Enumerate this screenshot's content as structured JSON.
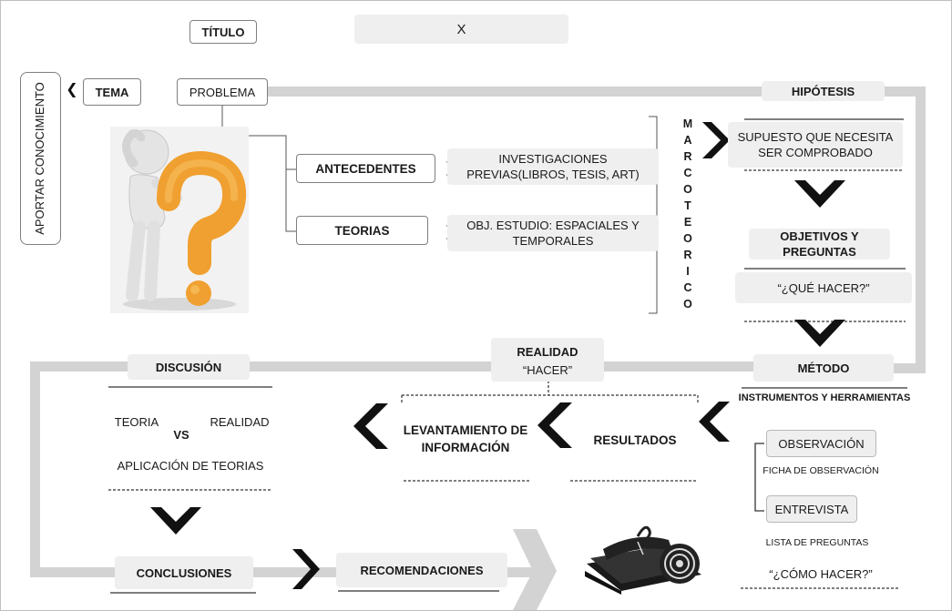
{
  "header": {
    "title_label": "TÍTULO",
    "title_value": "X"
  },
  "left": {
    "aportar": "APORTAR CONOCIMIENTO",
    "tema": "TEMA",
    "problema": "PROBLEMA"
  },
  "middle": {
    "antecedentes": "ANTECEDENTES",
    "antecedentes_desc": "INVESTIGACIONES PREVIAS(LIBROS, TESIS, ART)",
    "teorias": "TEORIAS",
    "teorias_desc": "OBJ. ESTUDIO: ESPACIALES Y TEMPORALES",
    "marco_teorico": [
      "M",
      "A",
      "R",
      "C",
      "O",
      "T",
      "E",
      "O",
      "R",
      "I",
      "C",
      "O"
    ]
  },
  "right": {
    "hipotesis": "HIPÓTESIS",
    "supuesto": "SUPUESTO QUE NECESITA SER COMPROBADO",
    "objetivos": "OBJETIVOS Y PREGUNTAS",
    "que_hacer": "“¿QUÉ HACER?”",
    "metodo": "MÉTODO",
    "instrumentos": "INSTRUMENTOS Y HERRAMIENTAS",
    "observacion": "OBSERVACIÓN",
    "ficha": "FICHA DE OBSERVACIÓN",
    "entrevista": "ENTREVISTA",
    "lista": "LISTA DE PREGUNTAS",
    "como_hacer": "“¿CÓMO HACER?”"
  },
  "lower": {
    "realidad": "REALIDAD",
    "hacer": "“HACER”",
    "levantamiento": "LEVANTAMIENTO DE INFORMACIÓN",
    "resultados": "RESULTADOS",
    "discusion": "DISCUSIÓN",
    "teoria": "TEORIA",
    "vs": "VS",
    "realidad2": "REALIDAD",
    "aplicacion": "APLICACIÓN DE TEORIAS",
    "conclusiones": "CONCLUSIONES",
    "recomendaciones": "RECOMENDACIONES"
  },
  "icons": [
    "thinking-man-question-icon",
    "diploma-scroll-icon",
    "chevron-right-icon",
    "chevron-left-icon",
    "chevron-down-icon"
  ],
  "colors": {
    "flow_line": "#d0d0d0",
    "box_fill": "#efefef",
    "accent_orange": "#f0a030",
    "text": "#1a1a1a"
  }
}
